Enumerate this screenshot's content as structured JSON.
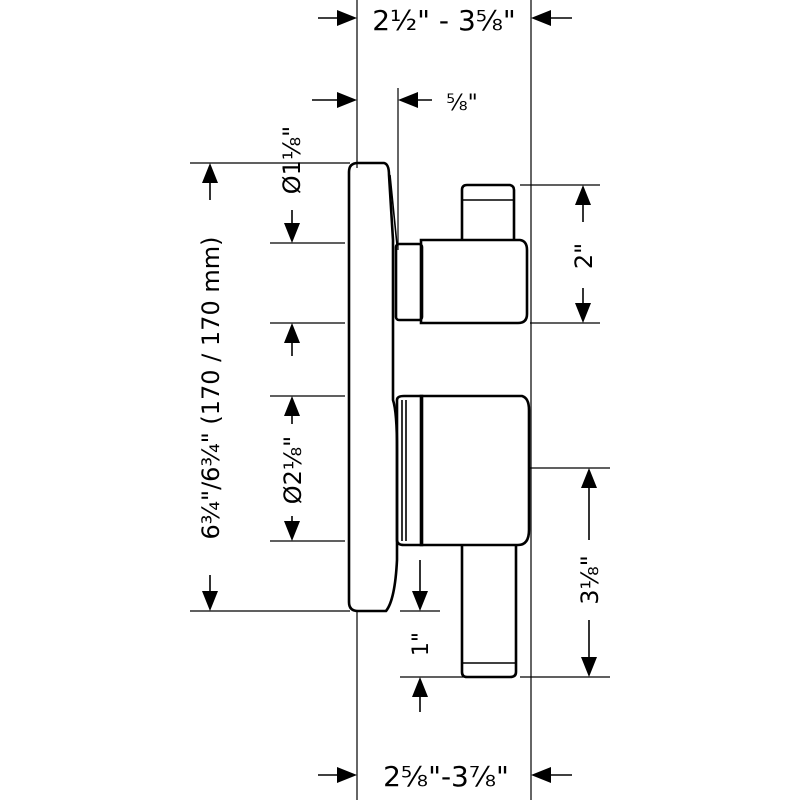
{
  "diagram": {
    "dimensions": {
      "top_width": "2½\" - 3⅝\"",
      "plate_offset": "⅝\"",
      "small_diameter": "Ø1⅛\"",
      "large_diameter": "Ø2⅛\"",
      "overall_height": "6¾\"/6¾\" (170 / 170 mm)",
      "handle_height": "2\"",
      "lever_length": "3⅛\"",
      "lever_offset": "1\"",
      "bottom_width": "2⅝\"-3⅞\""
    }
  }
}
